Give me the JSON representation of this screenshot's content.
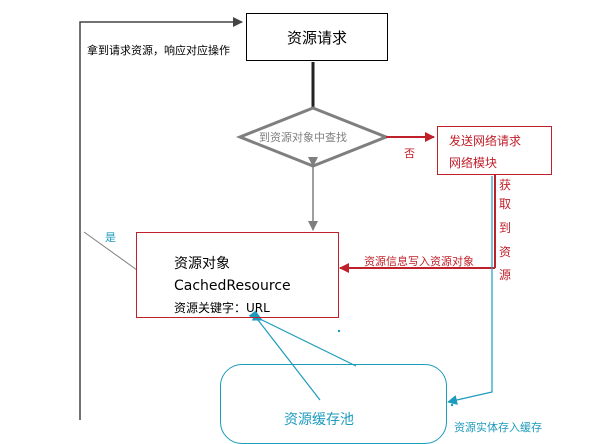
{
  "nodes": {
    "resource_request": "资源请求",
    "lookup": "到资源对象中查找",
    "send_request": "发送网络请求",
    "network_module": "网络模块",
    "resource_object": "资源对象",
    "cached_resource": "CachedResource",
    "resource_key": "资源关键字：URL",
    "cache_pool": "资源缓存池"
  },
  "labels": {
    "respond": "拿到请求资源，响应对应操作",
    "no": "否",
    "yes": "是",
    "fetch_resource": [
      "获",
      "取",
      "到",
      "资",
      "源"
    ],
    "write_info": "资源信息写入资源对象",
    "store_cache": "资源实体存入缓存"
  },
  "colors": {
    "black": "#000000",
    "gray": "#7f7f7f",
    "red": "#c0202a",
    "teal": "#1d9bbd",
    "red_text": "#c0202a",
    "teal_text": "#1d9bbd"
  }
}
